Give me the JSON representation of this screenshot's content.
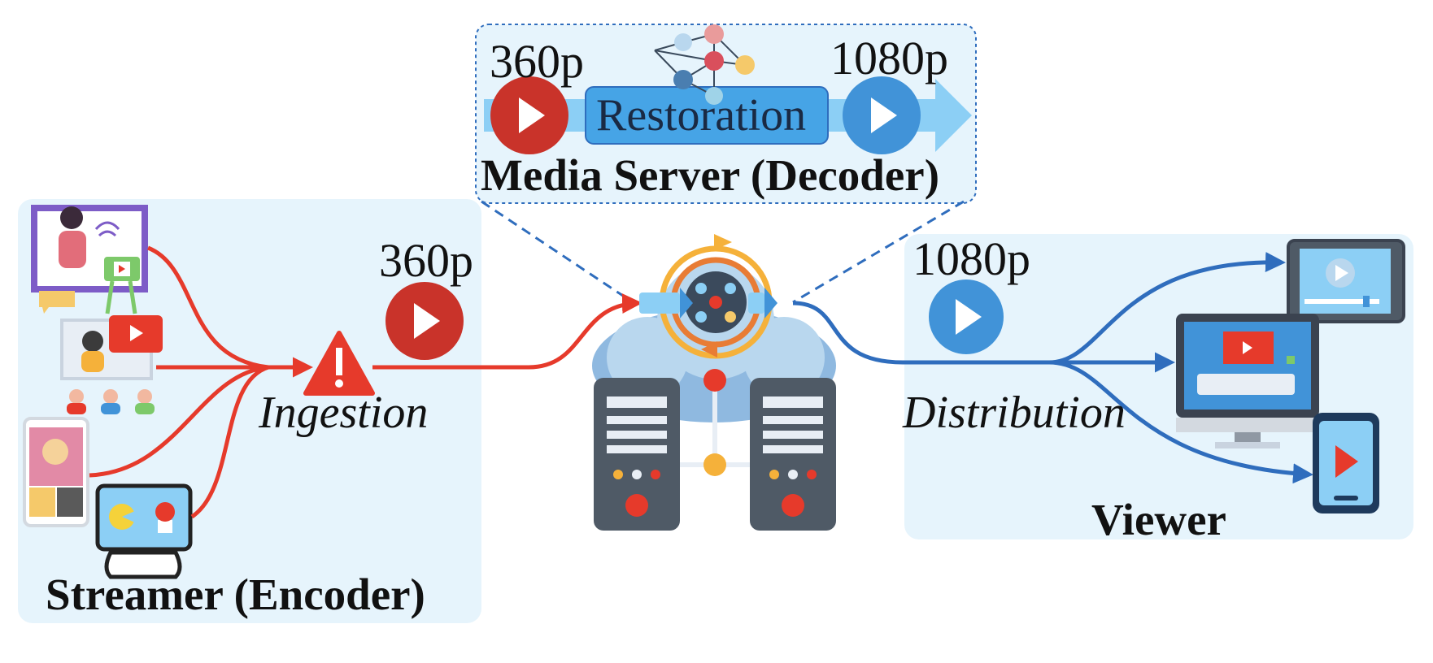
{
  "media_server": {
    "title": "Media Server (Decoder)",
    "input_resolution": "360p",
    "output_resolution": "1080p",
    "restoration_label": "Restoration"
  },
  "streamer": {
    "title": "Streamer (Encoder)",
    "stream_resolution": "360p",
    "ingestion_label": "Ingestion"
  },
  "viewer": {
    "title": "Viewer",
    "stream_resolution": "1080p",
    "distribution_label": "Distribution"
  },
  "colors": {
    "panel_bg": "#e6f4fc",
    "ingest_red": "#e63a2b",
    "play_red": "#c9332a",
    "distribute_blue": "#2f6dbd",
    "play_blue": "#4193d8",
    "restoration_box": "#46a4e6",
    "dashed_line": "#2f6dbd"
  },
  "icons": [
    "play-icon",
    "warning-icon",
    "neural-network-icon",
    "server-icon",
    "monitor-icon",
    "tablet-icon",
    "smartphone-icon",
    "gamepad-icon",
    "camera-icon",
    "video-call-icon"
  ]
}
